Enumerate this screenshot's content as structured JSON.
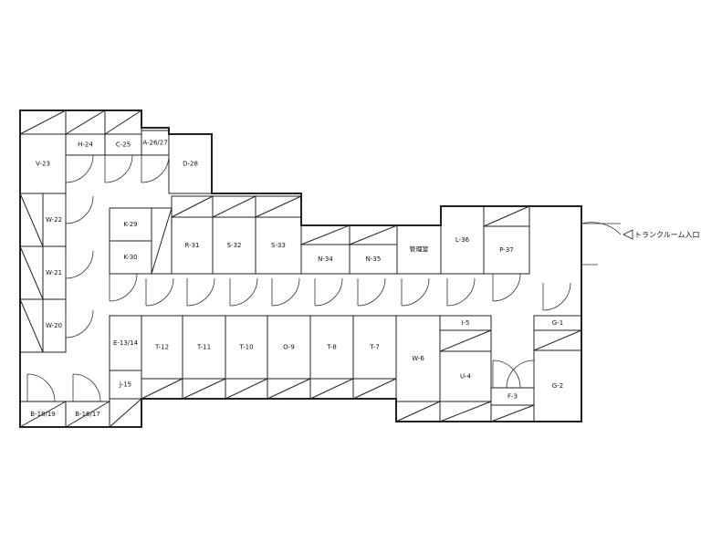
{
  "rooms": {
    "V23": "V-23",
    "H24": "H-24",
    "C25": "C-25",
    "A2627": "A-26/27",
    "D28": "D-28",
    "W22": "W-22",
    "W21": "W-21",
    "W20": "W-20",
    "K29": "K-29",
    "K30": "K-30",
    "R31": "R-31",
    "S32": "S-32",
    "S33": "S-33",
    "N34": "N-34",
    "N35": "N-35",
    "office": "管理室",
    "L36": "L-36",
    "P37": "P-37",
    "E1314": "E-13/14",
    "J15": "J-15",
    "T12": "T-12",
    "T11": "T-11",
    "T10": "T-10",
    "O9": "O-9",
    "T8": "T-8",
    "T7": "T-7",
    "W6": "W-6",
    "I5": "I-5",
    "U4": "U-4",
    "F3": "F-3",
    "G1": "G-1",
    "G2": "G-2",
    "B1819": "B-18/19",
    "B1617": "B-16/17"
  },
  "entrance_label": "トランクルーム入口"
}
